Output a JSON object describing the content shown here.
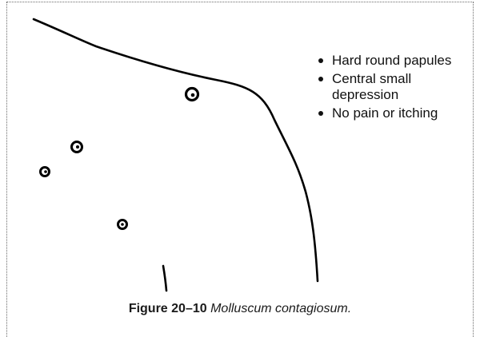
{
  "figure": {
    "bullets": [
      "Hard round papules",
      "Central small depression",
      "No pain or itching"
    ],
    "caption_label": "Figure 20–10",
    "caption_text": "Molluscum contagiosum."
  }
}
